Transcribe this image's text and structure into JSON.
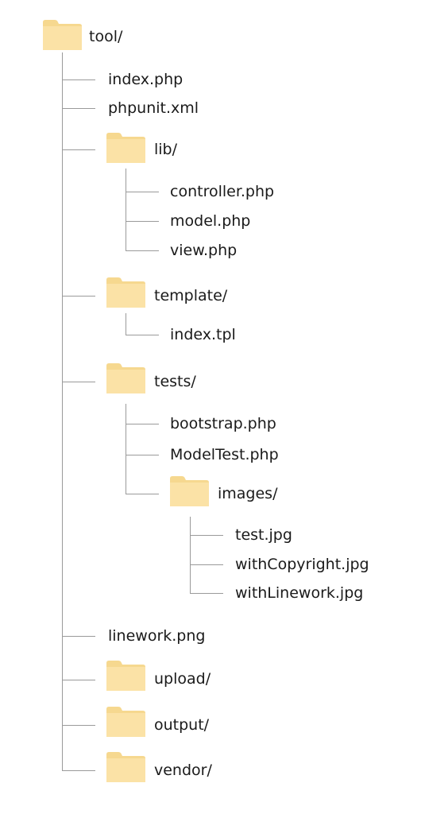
{
  "tree": {
    "root": {
      "label": "tool/",
      "type": "folder"
    },
    "items": [
      {
        "label": "index.php",
        "type": "file"
      },
      {
        "label": "phpunit.xml",
        "type": "file"
      },
      {
        "label": "lib/",
        "type": "folder",
        "icon": "folder-icon",
        "children": [
          {
            "label": "controller.php",
            "type": "file"
          },
          {
            "label": "model.php",
            "type": "file"
          },
          {
            "label": "view.php",
            "type": "file"
          }
        ]
      },
      {
        "label": "template/",
        "type": "folder",
        "icon": "folder-icon",
        "children": [
          {
            "label": "index.tpl",
            "type": "file"
          }
        ]
      },
      {
        "label": "tests/",
        "type": "folder",
        "icon": "folder-icon",
        "children": [
          {
            "label": "bootstrap.php",
            "type": "file"
          },
          {
            "label": "ModelTest.php",
            "type": "file"
          },
          {
            "label": "images/",
            "type": "folder",
            "icon": "folder-icon",
            "children": [
              {
                "label": "test.jpg",
                "type": "file"
              },
              {
                "label": "withCopyright.jpg",
                "type": "file"
              },
              {
                "label": "withLinework.jpg",
                "type": "file"
              }
            ]
          }
        ]
      },
      {
        "label": "linework.png",
        "type": "file"
      },
      {
        "label": "upload/",
        "type": "folder",
        "icon": "folder-icon"
      },
      {
        "label": "output/",
        "type": "folder",
        "icon": "folder-icon"
      },
      {
        "label": "vendor/",
        "type": "folder",
        "icon": "folder-icon"
      }
    ]
  },
  "colors": {
    "folder_fill": "#fbe2a6",
    "folder_tab": "#f6d88f",
    "connector": "#9a9a9a",
    "text": "#1a1a1a"
  }
}
